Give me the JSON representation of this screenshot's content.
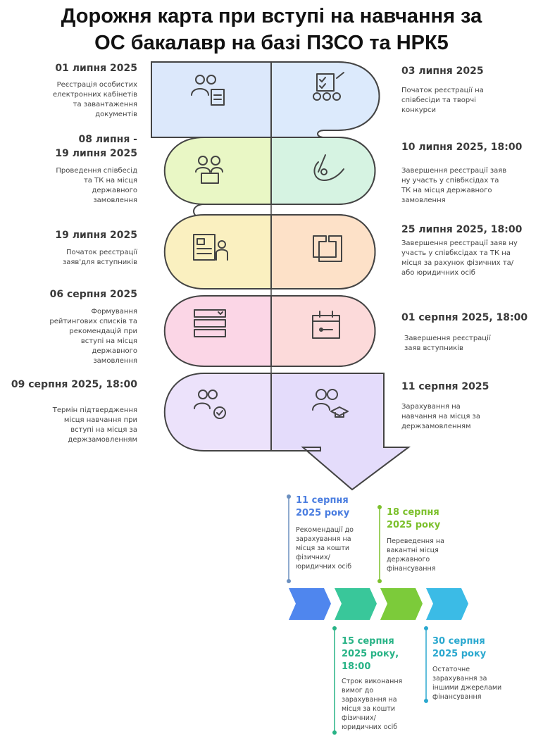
{
  "title_line1": "Дорожня карта при вступі на навчання за",
  "title_line2": "ОС бакалавр на базі ПЗСО та НРК5",
  "left_steps": [
    {
      "date": "01 липня 2025",
      "desc": [
        "Реєстрація особистих",
        "електронних кабінетів",
        "та завантаження",
        "документів"
      ]
    },
    {
      "date": "08 липня -",
      "date2": "19 липня 2025",
      "desc": [
        "Проведення співбесід",
        "та ТК на місця",
        "державного",
        "замовлення"
      ]
    },
    {
      "date": "19 липня 2025",
      "desc": [
        "Початок реєстрації",
        "заяв'для вступників"
      ]
    },
    {
      "date": "06 серпня 2025",
      "desc": [
        "Формування",
        "рейтингових списків та",
        "рекомендацій при",
        "вступі на місця",
        "державного",
        "замовлення"
      ]
    },
    {
      "date": "09 серпня 2025, 18:00",
      "desc": [
        "Термін підтвердження",
        "місця навчання при",
        "вступі на місця за",
        "держзамовленням"
      ]
    }
  ],
  "right_steps": [
    {
      "date": "03 липня 2025",
      "desc": [
        "Початок реєстрації на",
        "співбесіди та творчі",
        "конкурси"
      ]
    },
    {
      "date": "10 липня 2025, 18:00",
      "desc": [
        "Завершення реєстрації заяв",
        "ну участь у співбксідах та",
        "ТК на місця державного",
        "замовлення"
      ]
    },
    {
      "date": "25 липня 2025, 18:00",
      "desc": [
        "Завершення реєстрації заяв ну",
        "участь у співбксідах та ТК на",
        "місця за рахунок фізичних та/",
        "або юридичних осіб"
      ]
    },
    {
      "date": "01 серпня 2025, 18:00",
      "desc": [
        "Завершення реєстрації",
        "заяв вступників"
      ]
    },
    {
      "date": "11 серпня 2025",
      "desc": [
        "Зарахування  на",
        "навчання на місця за",
        "держзамовленням"
      ]
    }
  ],
  "timeline_top": [
    {
      "date": [
        "11 серпня",
        "2025 року"
      ],
      "color": "#4a7de0",
      "desc": [
        "Рекомендації до",
        "зарахування на",
        "місця за кошти",
        "фізичних/",
        "юридичних осіб"
      ]
    },
    {
      "date": [
        "18 серпня",
        "2025 року"
      ],
      "color": "#7cc02c",
      "desc": [
        "Переведення на",
        "вакантні місця",
        "державного",
        "фінансування"
      ]
    }
  ],
  "timeline_bottom": [
    {
      "date": [
        "15 серпня",
        "2025 року,",
        "18:00"
      ],
      "color": "#28b386",
      "desc": [
        "Строк виконання",
        "вимог до",
        "зарахування на",
        "місця за кошти",
        "фізичних/",
        "юридичних осіб"
      ]
    },
    {
      "date": [
        "30 серпня",
        "2025 року"
      ],
      "color": "#2aa8cf",
      "desc": [
        "Остаточне",
        "зарахування за",
        "іншими джерелами",
        "фінансування"
      ]
    }
  ],
  "colors": {
    "row1": "#dce8fb",
    "row2": "#d6f3e2",
    "row3": "#e9f7c5",
    "row4": "#fde1c8",
    "row5": "#fbd6e6",
    "row6": "#e6dcfb",
    "chevron1": "#4f86ee",
    "chevron2": "#39c79a",
    "chevron3": "#7ccb3a",
    "chevron4": "#3bbbe6"
  },
  "icons": [
    "people-document-icon",
    "checklist-people-icon",
    "interview-icon",
    "pen-sign-icon",
    "profile-card-icon",
    "frame-icon",
    "list-table-icon",
    "calendar-icon",
    "user-check-icon",
    "graduate-icon"
  ]
}
